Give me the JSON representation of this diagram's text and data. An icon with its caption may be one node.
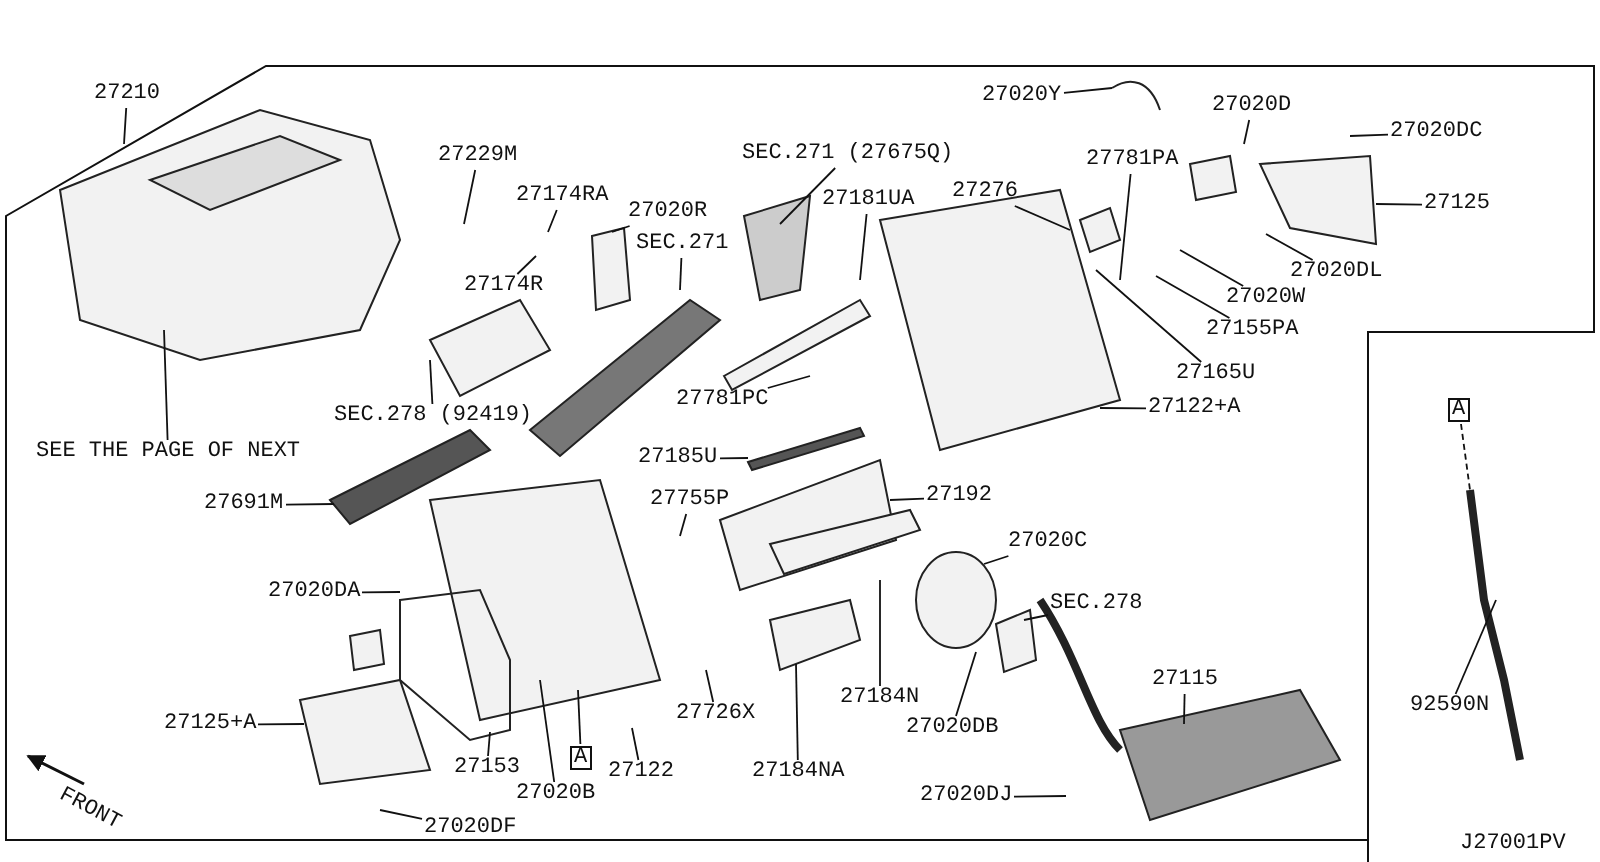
{
  "diagram": {
    "nodes": [
      {
        "text": [
          "27210"
        ]
      },
      {
        "text": [
          "SEE THE PAGE OF NEXT"
        ]
      },
      {
        "text": [
          "27229M"
        ]
      },
      {
        "text": [
          "27174RA"
        ]
      },
      {
        "text": [
          "27174R"
        ]
      },
      {
        "text": [
          "27020R"
        ]
      },
      {
        "text": [
          "SEC.271"
        ]
      },
      {
        "text": [
          "SEC.271 (27675Q)"
        ]
      },
      {
        "text": [
          "SEC.278 (92419)"
        ]
      },
      {
        "text": [
          "27181UA"
        ]
      },
      {
        "text": [
          "27781PC"
        ]
      },
      {
        "text": [
          "27185U"
        ]
      },
      {
        "text": [
          "27020Y"
        ]
      },
      {
        "text": [
          "27276"
        ]
      },
      {
        "text": [
          "27781PA"
        ]
      },
      {
        "text": [
          "27020D"
        ]
      },
      {
        "text": [
          "27020DC"
        ]
      },
      {
        "text": [
          "27125"
        ]
      },
      {
        "text": [
          "27020DL"
        ]
      },
      {
        "text": [
          "27020W"
        ]
      },
      {
        "text": [
          "27155PA"
        ]
      },
      {
        "text": [
          "27165U"
        ]
      },
      {
        "text": [
          "27122+A"
        ]
      },
      {
        "text": [
          "27691M"
        ]
      },
      {
        "text": [
          "27755P"
        ]
      },
      {
        "text": [
          "27192"
        ]
      },
      {
        "text": [
          "27020DA"
        ]
      },
      {
        "text": [
          "27020C"
        ]
      },
      {
        "text": [
          "SEC.278"
        ]
      },
      {
        "text": [
          "27125+A"
        ]
      },
      {
        "text": [
          "27153"
        ]
      },
      {
        "text": [
          "27020B"
        ]
      },
      {
        "text": [
          "A"
        ]
      },
      {
        "text": [
          "27122"
        ]
      },
      {
        "text": [
          "27726X"
        ]
      },
      {
        "text": [
          "27184N"
        ]
      },
      {
        "text": [
          "27184NA"
        ]
      },
      {
        "text": [
          "27020DB"
        ]
      },
      {
        "text": [
          "27115"
        ]
      },
      {
        "text": [
          "27020DJ"
        ]
      },
      {
        "text": [
          "27020DF"
        ]
      },
      {
        "text": [
          "A"
        ]
      },
      {
        "text": [
          "92590N"
        ]
      }
    ],
    "edges": [
      {
        "from": 0,
        "to": null,
        "arrow": "none"
      },
      {
        "from": 1,
        "to": null,
        "arrow": "none"
      },
      {
        "from": 2,
        "to": null,
        "arrow": "none"
      },
      {
        "from": 3,
        "to": null,
        "arrow": "none"
      },
      {
        "from": 4,
        "to": null,
        "arrow": "none"
      },
      {
        "from": 5,
        "to": null,
        "arrow": "none"
      },
      {
        "from": 6,
        "to": null,
        "arrow": "none"
      },
      {
        "from": 7,
        "to": null,
        "arrow": "none"
      },
      {
        "from": 8,
        "to": null,
        "arrow": "none"
      },
      {
        "from": 9,
        "to": null,
        "arrow": "none"
      },
      {
        "from": 10,
        "to": null,
        "arrow": "none"
      },
      {
        "from": 11,
        "to": null,
        "arrow": "none"
      },
      {
        "from": 12,
        "to": null,
        "arrow": "none"
      },
      {
        "from": 13,
        "to": null,
        "arrow": "none"
      },
      {
        "from": 14,
        "to": null,
        "arrow": "none"
      },
      {
        "from": 15,
        "to": null,
        "arrow": "none"
      },
      {
        "from": 16,
        "to": null,
        "arrow": "none"
      },
      {
        "from": 17,
        "to": null,
        "arrow": "none"
      },
      {
        "from": 18,
        "to": null,
        "arrow": "none"
      },
      {
        "from": 19,
        "to": null,
        "arrow": "none"
      },
      {
        "from": 20,
        "to": null,
        "arrow": "none"
      },
      {
        "from": 21,
        "to": null,
        "arrow": "none"
      },
      {
        "from": 22,
        "to": null,
        "arrow": "none"
      },
      {
        "from": 23,
        "to": null,
        "arrow": "none"
      },
      {
        "from": 24,
        "to": null,
        "arrow": "none"
      },
      {
        "from": 25,
        "to": null,
        "arrow": "none"
      },
      {
        "from": 26,
        "to": null,
        "arrow": "none"
      },
      {
        "from": 27,
        "to": null,
        "arrow": "none"
      },
      {
        "from": 28,
        "to": null,
        "arrow": "none"
      },
      {
        "from": 29,
        "to": null,
        "arrow": "none"
      },
      {
        "from": 30,
        "to": null,
        "arrow": "none"
      },
      {
        "from": 31,
        "to": null,
        "arrow": "none"
      },
      {
        "from": 32,
        "to": null,
        "arrow": "none"
      },
      {
        "from": 33,
        "to": null,
        "arrow": "none"
      },
      {
        "from": 34,
        "to": null,
        "arrow": "none"
      },
      {
        "from": 35,
        "to": null,
        "arrow": "none"
      },
      {
        "from": 36,
        "to": null,
        "arrow": "none"
      },
      {
        "from": 37,
        "to": null,
        "arrow": "none"
      },
      {
        "from": 38,
        "to": null,
        "arrow": "none"
      },
      {
        "from": 39,
        "to": null,
        "arrow": "none"
      },
      {
        "from": 40,
        "to": null,
        "arrow": "none"
      },
      {
        "from": 41,
        "to": null,
        "arrow": "none",
        "style": "dashed"
      },
      {
        "from": 42,
        "to": null,
        "arrow": "none"
      }
    ],
    "labels": [
      "FRONT",
      "J27001PV"
    ]
  }
}
